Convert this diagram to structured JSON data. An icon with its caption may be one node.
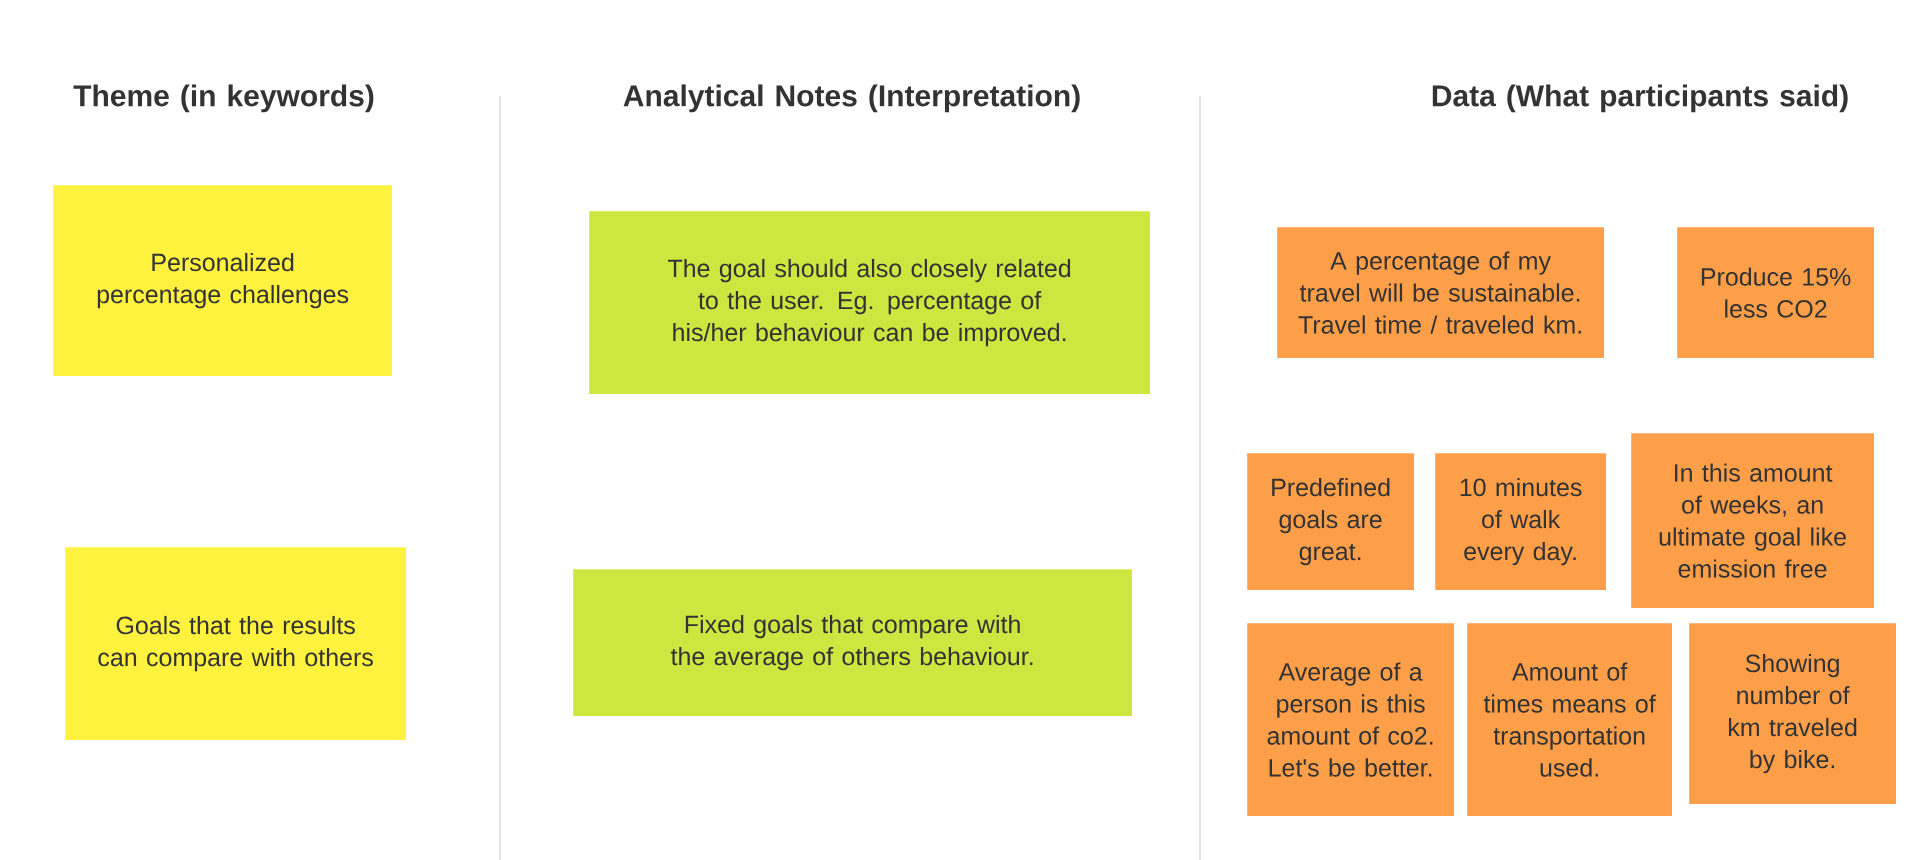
{
  "diagram": {
    "nodes": [
      {
        "text": [
          "Personalized percentage challenges"
        ]
      },
      {
        "text": [
          "Goals that the results can compare with others"
        ]
      },
      {
        "text": [
          "The goal should also closely related to the user. Eg. percentage of his/her behaviour can be improved."
        ]
      },
      {
        "text": [
          "Fixed goals that compare with the average of others behaviour."
        ]
      },
      {
        "text": [
          "A percentage of my travel will be sustainable. Travel time / traveled km."
        ]
      },
      {
        "text": [
          "Produce 15% less CO2"
        ]
      },
      {
        "text": [
          "Predefined goals are great."
        ]
      },
      {
        "text": [
          "10 minutes of walk every day."
        ]
      },
      {
        "text": [
          "In this amount of weeks, an ultimate goal like emission free"
        ]
      },
      {
        "text": [
          "Average of a person is this amount of co2. Let's be better."
        ]
      },
      {
        "text": [
          "Amount of times means of transportation used."
        ]
      },
      {
        "text": [
          "Showing number of km traveled by bike."
        ]
      }
    ],
    "labels": [
      "Theme (in keywords)",
      "Analytical Notes (Interpretation)",
      "Data (What participants said)"
    ]
  }
}
